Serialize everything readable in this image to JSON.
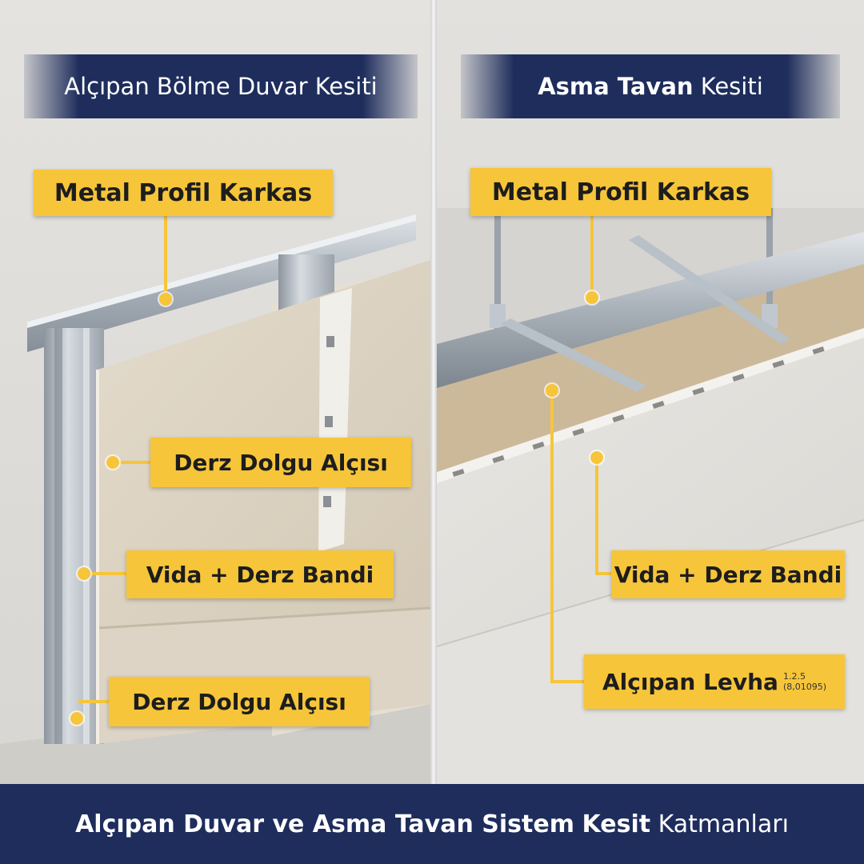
{
  "left_panel": {
    "title_bold": "Alçıpan Bölme Duvar",
    "title_regular": "Kesiti",
    "callouts": {
      "metal_profile": "Metal Profil Karkas",
      "joint_filler_top": "Derz Dolgu Alçısı",
      "screw_tape": "Vida + Derz Bandi",
      "joint_filler_bottom": "Derz Dolgu Alçısı"
    }
  },
  "right_panel": {
    "title_bold": "Asma Tavan",
    "title_regular": "Kesiti",
    "callouts": {
      "metal_profile": "Metal Profil Karkas",
      "screw_tape": "Vida + Derz Bandi",
      "board": "Alçıpan Levha",
      "board_code_line1": "1.2.5",
      "board_code_line2": "(8,01095)"
    }
  },
  "footer": {
    "part_bold_1": "Alçıpan Duvar ve Asma Tavan Sistem",
    "part_bold_2": "Kesit",
    "part_regular": "Katmanları"
  },
  "colors": {
    "navy": "#1e2d5c",
    "callout_yellow": "#f6c53a",
    "gypsum_board": "#dcd3c3",
    "metal": "#b9c0c8"
  }
}
